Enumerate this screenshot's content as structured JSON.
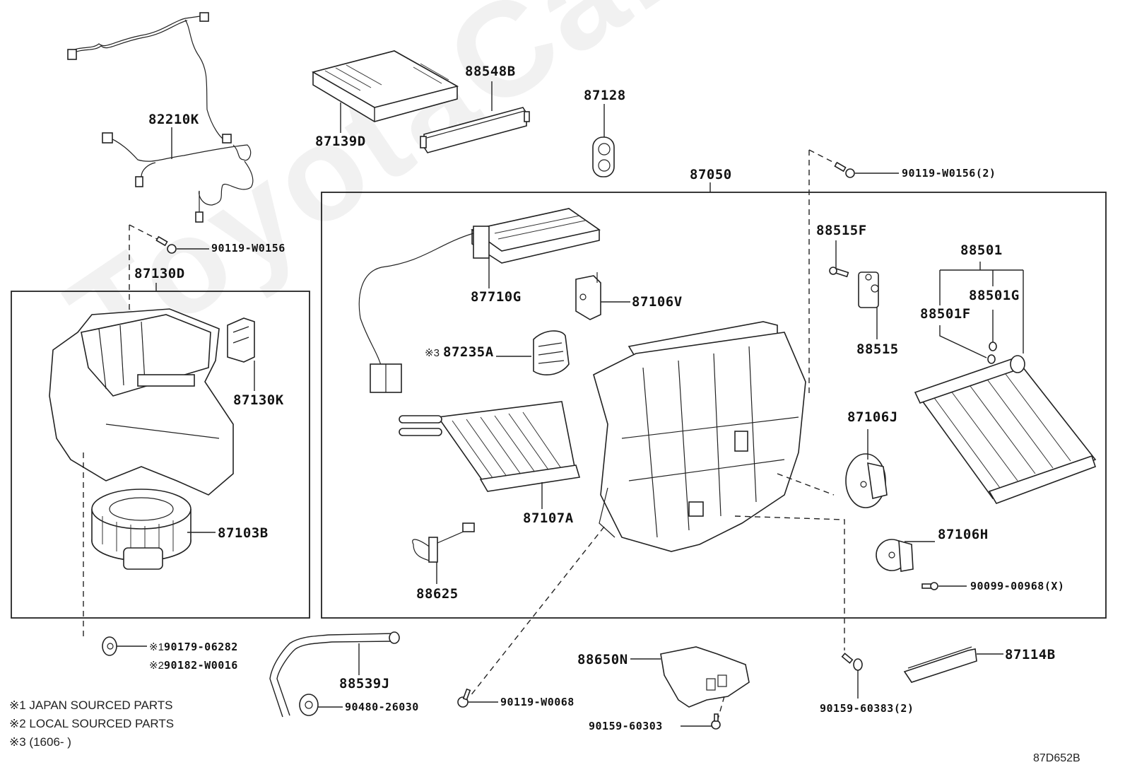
{
  "diagram": {
    "watermark": "ToyotaCarMine.ru",
    "diagram_code": "87D652B",
    "groups": {
      "blower_unit_box": "87130D",
      "heater_unit_box": "87050"
    },
    "labels": {
      "p82210K": "82210K",
      "p87139D": "87139D",
      "p88548B": "88548B",
      "p87128": "87128",
      "p87050": "87050",
      "p90119_W0156_2": "90119-W0156(2)",
      "p90119_W0156": "90119-W0156",
      "p87130D": "87130D",
      "p87130K": "87130K",
      "p87103B": "87103B",
      "p87710G": "87710G",
      "p87106V": "87106V",
      "p87235A_mark": "※3",
      "p87235A": "87235A",
      "p87107A": "87107A",
      "p88625": "88625",
      "p88515F": "88515F",
      "p88515": "88515",
      "p88501": "88501",
      "p88501G": "88501G",
      "p88501F": "88501F",
      "p87106J": "87106J",
      "p87106H": "87106H",
      "p90099_00968": "90099-00968(X)",
      "p90179_mark": "※1",
      "p90179_06282": "90179-06282",
      "p90182_mark": "※2",
      "p90182_W0016": "90182-W0016",
      "p88539J": "88539J",
      "p90480_26030": "90480-26030",
      "p90119_W0068": "90119-W0068",
      "p88650N": "88650N",
      "p90159_60303": "90159-60303",
      "p90159_60383_2": "90159-60383(2)",
      "p87114B": "87114B"
    },
    "notes": [
      "※1 JAPAN SOURCED PARTS",
      "※2 LOCAL SOURCED PARTS",
      "※3 (1606-     )"
    ]
  }
}
